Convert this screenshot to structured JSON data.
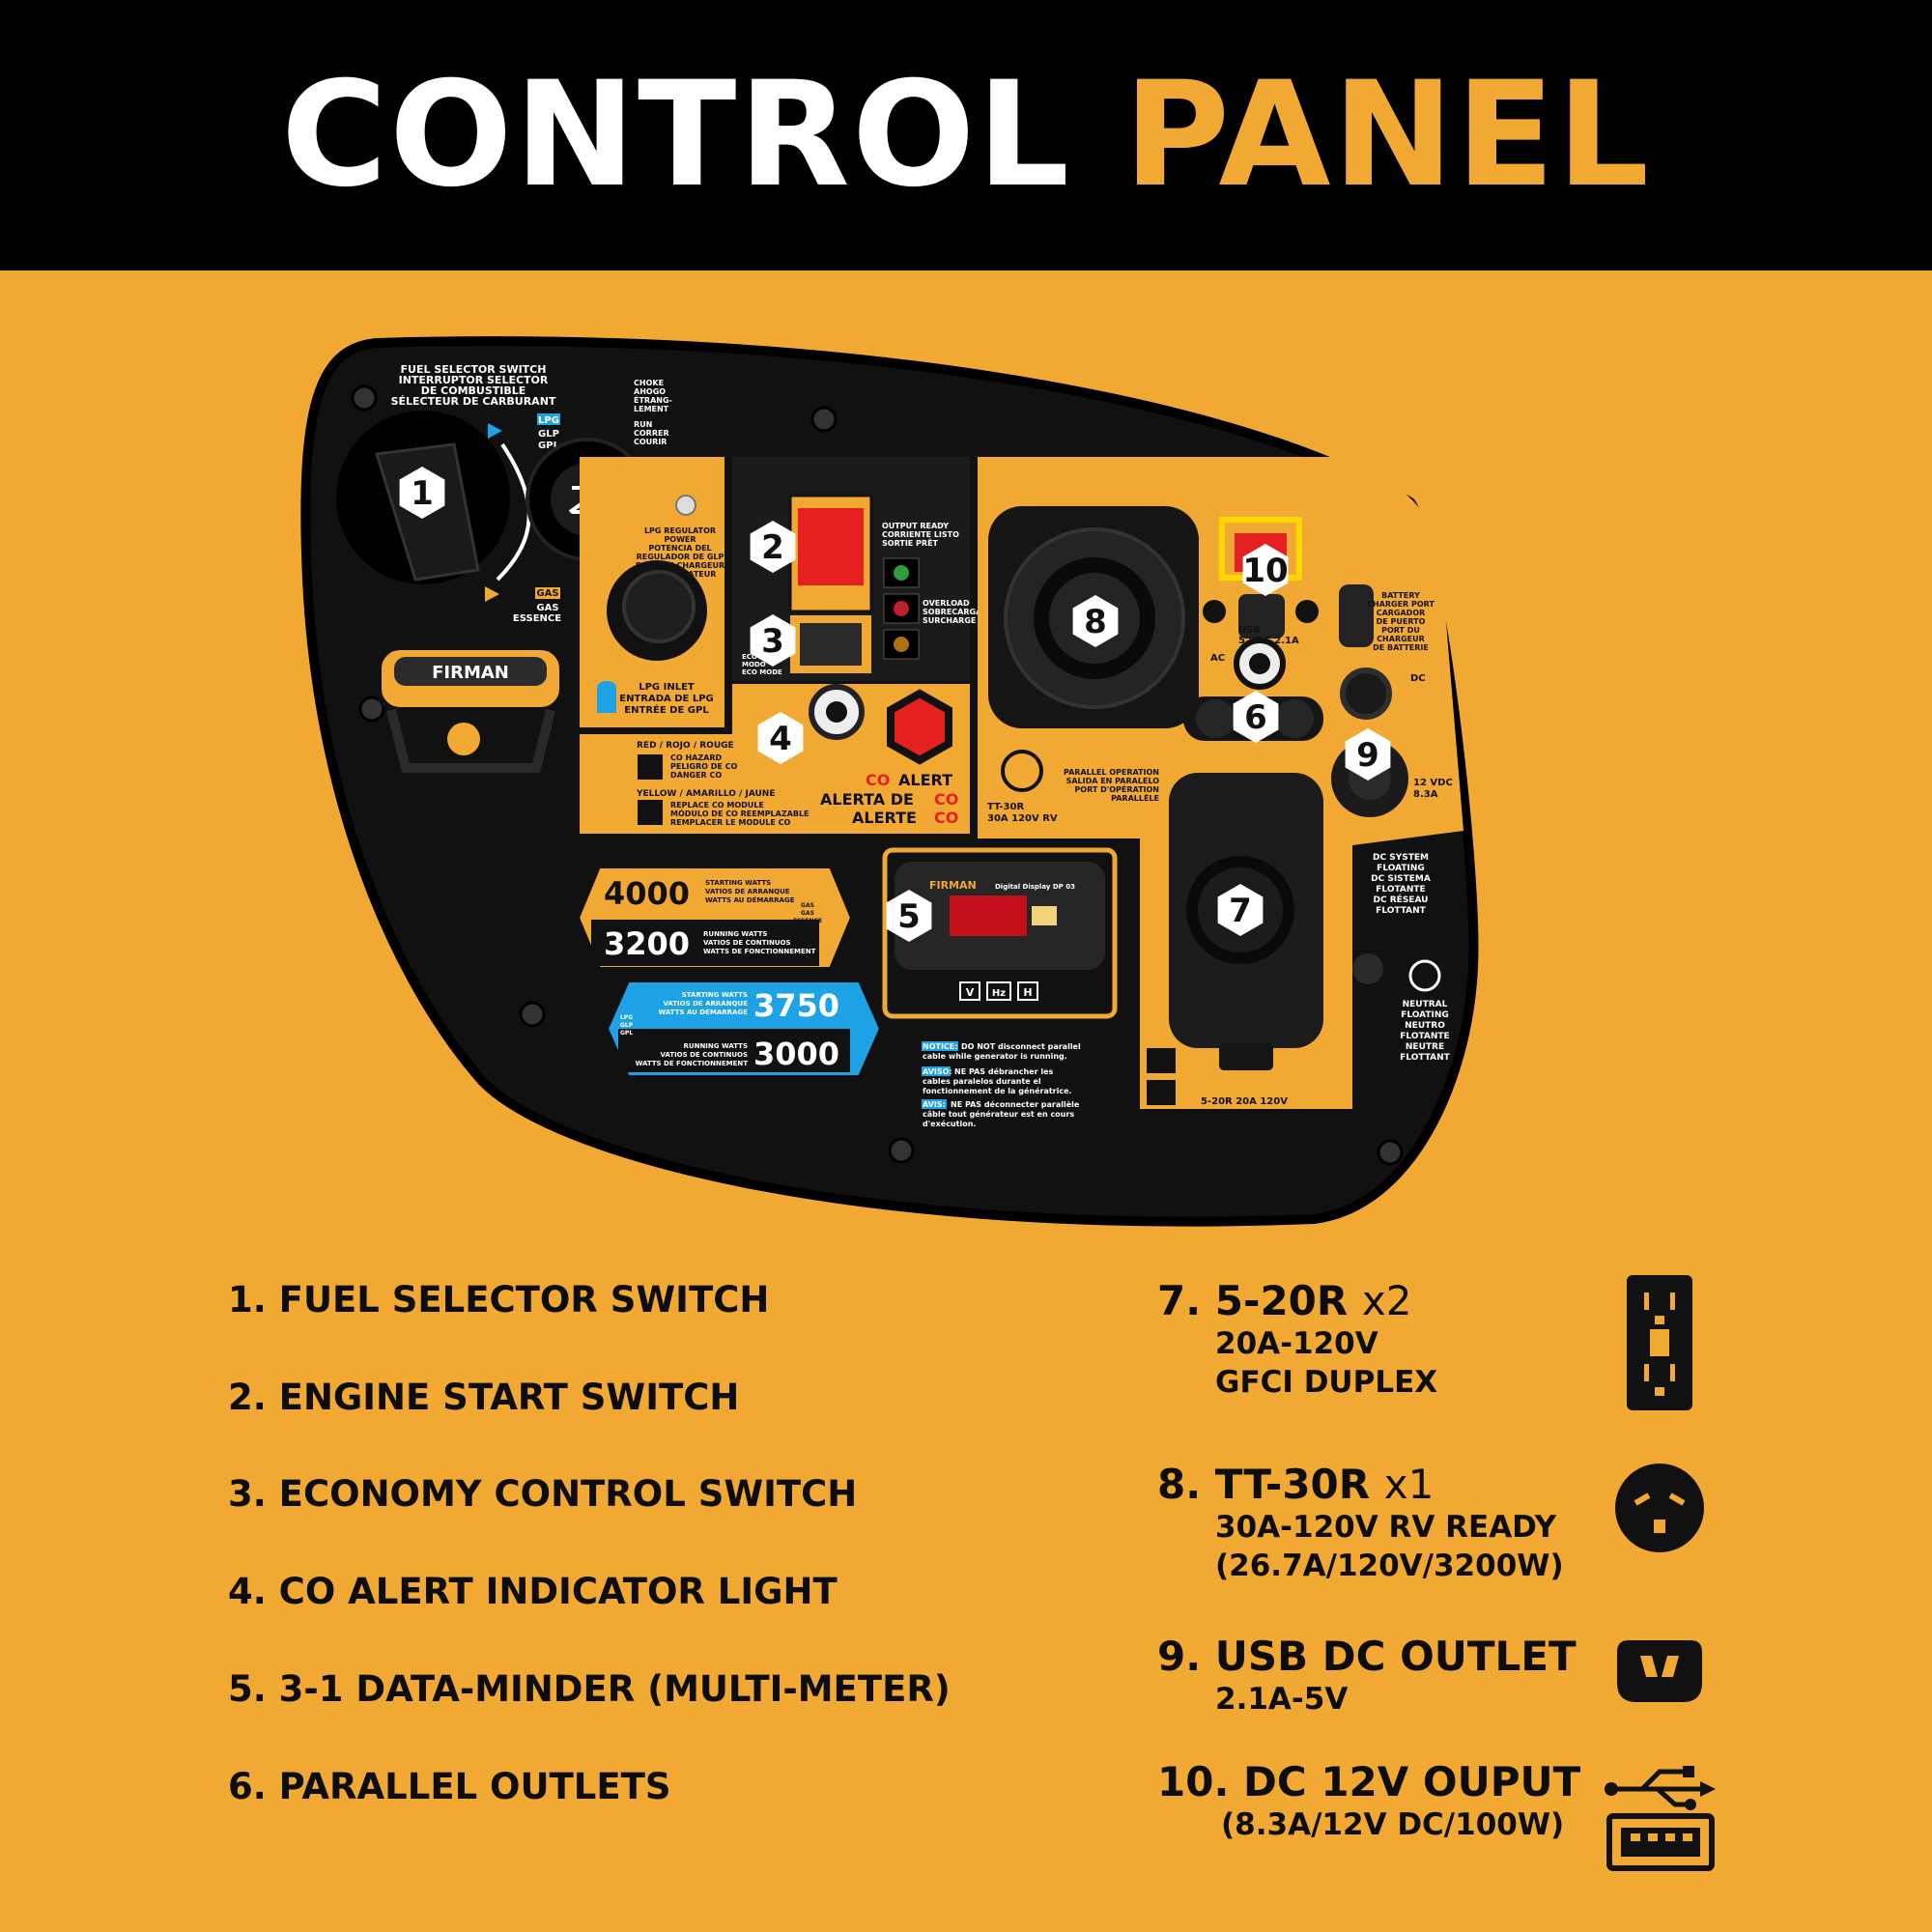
{
  "header": {
    "title_main": "CONTROL",
    "title_accent": "PANEL"
  },
  "colors": {
    "brand_yellow": "#f2a934",
    "panel_black": "#111111",
    "lpg_blue": "#1ea2e6",
    "warning_red": "#e62020"
  },
  "panel": {
    "fuel_selector": {
      "title": "FUEL SELECTOR SWITCH",
      "title_es": "INTERRUPTOR SELECTOR",
      "title_es2": "DE COMBUSTIBLE",
      "title_fr": "SÉLECTEUR DE CARBURANT",
      "lpg": "LPG",
      "glp": "GLP",
      "gpl": "GPL",
      "gas": "GAS",
      "gas_es": "GAS",
      "essence": "ESSENCE"
    },
    "choke": {
      "label": "CHOKE",
      "es": "AHOGO",
      "fr": "ÉTRANG-",
      "fr2": "LEMENT"
    },
    "run": {
      "label": "RUN",
      "es": "CORRER",
      "fr": "COURIR"
    },
    "brand": "FIRMAN",
    "lpg_regulator": {
      "l1": "LPG REGULATOR",
      "l2": "POWER",
      "l3": "POTENCIA DEL",
      "l4": "REGULADOR DE GLP",
      "l5": "PORT DU CHARGEUR",
      "l6": "DU RÉGULATEUR"
    },
    "lpg_inlet": {
      "l1": "LPG INLET",
      "l2": "ENTRADA DE LPG",
      "l3": "ENTRÉE DE GPL"
    },
    "output_ready": {
      "l1": "OUTPUT READY",
      "l2": "CORRIENTE LISTO",
      "l3": "SORTIE PRÊT"
    },
    "overload": {
      "l1": "OVERLOAD",
      "l2": "SOBRECARGA",
      "l3": "SURCHARGE"
    },
    "eco": {
      "l1": "ECO",
      "l2": "MODO",
      "l3": "ECO MODE"
    },
    "co": {
      "red": "RED / ROJO / ROUGE",
      "red1": "CO HAZARD",
      "red2": "PELIGRO DE CO",
      "red3": "DANGER CO",
      "yellow": "YELLOW / AMARILLO / JAUNE",
      "y1": "REPLACE CO MODULE",
      "y2": "MÓDULO DE CO REEMPLAZABLE",
      "y3": "REMPLACER LE MODULE CO",
      "alert_co": "CO",
      "alert_word": "ALERT",
      "alerta": "ALERTA DE",
      "alerta_co": "CO",
      "alerte": "ALERTE",
      "alerte_co": "CO"
    },
    "gas_watts": {
      "starting": "4000",
      "starting_l1": "STARTING WATTS",
      "starting_l2": "VATIOS DE ARRANQUE",
      "starting_l3": "WATTS AU DÉMARRAGE",
      "running": "3200",
      "running_l1": "RUNNING WATTS",
      "running_l2": "VATIOS DE CONTINUOS",
      "running_l3": "WATTS DE FONCTIONNEMENT",
      "fuel": "GAS",
      "fuel_es": "GAS",
      "fuel_fr": "ESSENCE"
    },
    "lpg_watts": {
      "starting": "3750",
      "starting_l1": "STARTING WATTS",
      "starting_l2": "VATIOS DE ARRANQUE",
      "starting_l3": "WATTS AU DÉMARRAGE",
      "running": "3000",
      "running_l1": "RUNNING WATTS",
      "running_l2": "VATIOS DE CONTINUOS",
      "running_l3": "WATTS DE FONCTIONNEMENT",
      "fuel": "LPG",
      "fuel_es": "GLP",
      "fuel_fr": "GPL"
    },
    "display": {
      "brand": "FIRMAN",
      "model": "Digital Display DP 03",
      "v": "V",
      "hz": "Hz",
      "h": "H"
    },
    "notice": {
      "n1_tag": "NOTICE:",
      "n1": "DO NOT disconnect parallel",
      "n1b": "cable while generator is running.",
      "n2_tag": "AVISO:",
      "n2": "NE PAS débrancher les",
      "n2b": "cables paralelos durante el",
      "n2c": "fonctionnement de la génératrice.",
      "n3_tag": "AVIS:",
      "n3": "NE PAS déconnecter parallèle",
      "n3b": "câble tout générateur est en cours",
      "n3c": "d'exécution."
    },
    "tt30": {
      "l1": "TT-30R",
      "l2": "30A 120V RV"
    },
    "parallel": {
      "l1": "PARALLEL OPERATION",
      "l2": "SALIDA EN PARALELO",
      "l3": "PORT D'OPÉRATION",
      "l4": "PARALLÈLE"
    },
    "usb": {
      "l1": "USB",
      "l2": "5 VDC 2.1A"
    },
    "battery": {
      "l1": "BATTERY",
      "l2": "CHARGER PORT",
      "l3": "CARGADOR",
      "l4": "DE PUERTO",
      "l5": "PORT DU",
      "l6": "CHARGEUR",
      "l7": "DE BATTERIE"
    },
    "ac": "AC",
    "dc": {
      "label": "DC",
      "v": "12 VDC",
      "a": "8.3A"
    },
    "dc_system": {
      "l1": "DC SYSTEM",
      "l2": "FLOATING",
      "l3": "DC SISTEMA",
      "l4": "FLOTANTE",
      "l5": "DC RÉSEAU",
      "l6": "FLOTTANT"
    },
    "neutral": {
      "l1": "NEUTRAL",
      "l2": "FLOATING",
      "l3": "NEUTRO",
      "l4": "FLOTANTE",
      "l5": "NEUTRE",
      "l6": "FLOTTANT"
    },
    "outlet_520": "5-20R 20A 120V",
    "badges": [
      "1",
      "2",
      "3",
      "4",
      "5",
      "6",
      "7",
      "8",
      "9",
      "10"
    ]
  },
  "legend_left": [
    "1. FUEL SELECTOR SWITCH",
    "2. ENGINE START SWITCH",
    "3. ECONOMY CONTROL SWITCH",
    "4. CO ALERT INDICATOR LIGHT",
    "5. 3-1 DATA-MINDER (MULTI-METER)",
    "6. PARALLEL OUTLETS"
  ],
  "legend_right": [
    {
      "title": "7. 5-20R",
      "mult": "x2",
      "lines": [
        "20A-120V",
        "GFCI DUPLEX"
      ],
      "icon": "duplex-outlet-icon"
    },
    {
      "title": "8. TT-30R",
      "mult": "x1",
      "lines": [
        "30A-120V RV READY",
        "(26.7A/120V/3200W)"
      ],
      "icon": "tt30-outlet-icon"
    },
    {
      "title": "9. USB DC OUTLET",
      "mult": "",
      "lines": [
        "2.1A-5V"
      ],
      "icon": "dc-outlet-icon"
    },
    {
      "title": "10. DC 12V OUPUT",
      "mult": "",
      "lines": [
        "(8.3A/12V DC/100W)"
      ],
      "icon": "usb-icon"
    }
  ]
}
